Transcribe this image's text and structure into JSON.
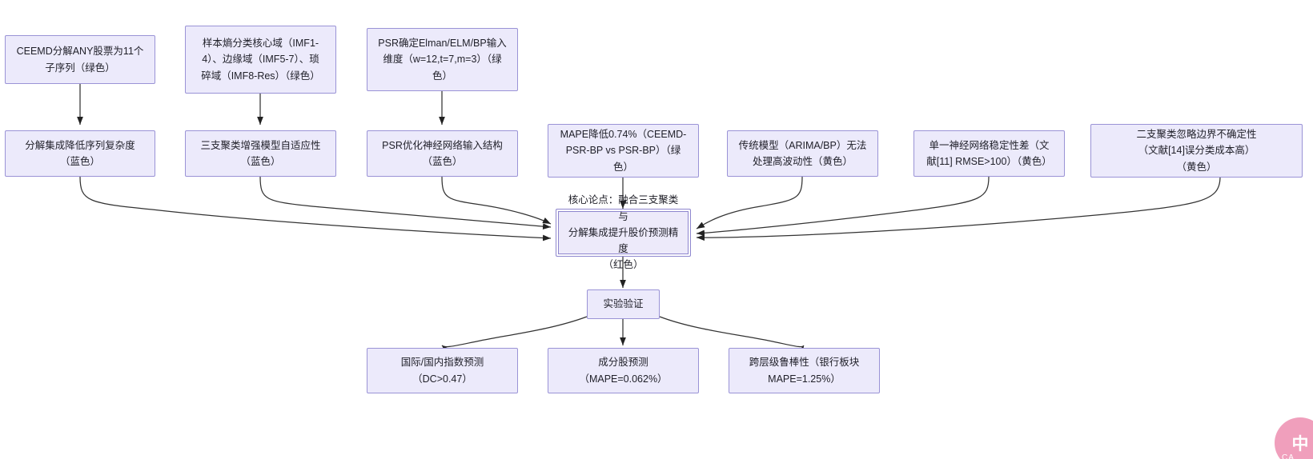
{
  "diagram": {
    "type": "flowchart",
    "direction": "top-down-convergent",
    "background_color": "#ffffff",
    "node_fill": "#ECEAFB",
    "node_border": "#9A93D6",
    "edge_color": "#333333",
    "nodes": {
      "method_1": "CEEMD分解ANY股票为11个\n子序列（绿色）",
      "method_2": "样本熵分类核心域（IMF1-\n4）、边缘域（IMF5-7）、琐\n碎域（IMF8-Res）（绿色）",
      "method_3": "PSR确定Elman/ELM/BP输入\n维度（w=12,t=7,m=3）（绿\n色）",
      "finding_1": "分解集成降低序列复杂度\n（蓝色）",
      "finding_2": "三支聚类增强模型自适应性\n（蓝色）",
      "finding_3": "PSR优化神经网络输入结构\n（蓝色）",
      "evidence_1": "MAPE降低0.74%（CEEMD-\nPSR-BP vs PSR-BP）（绿\n色）",
      "gap_1": "传统模型（ARIMA/BP）无法\n处理高波动性（黄色）",
      "gap_2": "单一神经网络稳定性差（文\n献[11] RMSE>100）（黄色）",
      "gap_3": "二支聚类忽略边界不确定性\n（文献[14]误分类成本高）\n（黄色）",
      "core_claim": "核心论点：融合三支聚类与\n分解集成提升股价预测精度\n（红色）",
      "validation": "实验验证",
      "result_1": "国际/国内指数预测\n（DC>0.47）",
      "result_2": "成分股预测\n（MAPE=0.062%）",
      "result_3": "跨层级鲁棒性（银行板块\nMAPE=1.25%）"
    },
    "watermark": {
      "text": "中",
      "subtext": "CA",
      "color": "#F09FBC"
    }
  }
}
